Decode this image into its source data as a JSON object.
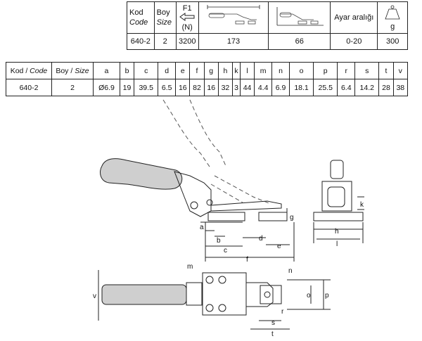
{
  "spec_table": {
    "kod_label": "Kod",
    "code_label": "Code",
    "boy_label": "Boy",
    "size_label": "Size",
    "f1_label": "F1",
    "n_label": "(N)",
    "ayar_label": "Ayar aralığı",
    "g_label": "g",
    "row": {
      "code": "640-2",
      "size": "2",
      "f1": "3200",
      "d1": "173",
      "d2": "66",
      "ayar": "0-20",
      "weight": "300"
    }
  },
  "dim_table": {
    "kod_label": "Kod / ",
    "code_label": "Code",
    "boy_label": "Boy / ",
    "size_label": "Size",
    "headers": [
      "a",
      "b",
      "c",
      "d",
      "e",
      "f",
      "g",
      "h",
      "k",
      "l",
      "m",
      "n",
      "o",
      "p",
      "r",
      "s",
      "t",
      "v"
    ],
    "row": {
      "code": "640-2",
      "size": "2",
      "values": [
        "Ø6.9",
        "19",
        "39.5",
        "6.5",
        "16",
        "82",
        "16",
        "32",
        "3",
        "44",
        "4.4",
        "6.9",
        "18.1",
        "25.5",
        "6.4",
        "14.2",
        "28",
        "38"
      ]
    }
  },
  "drawing_labels": {
    "a": "a",
    "b": "b",
    "c": "c",
    "d": "d",
    "e": "e",
    "f": "f",
    "g": "g",
    "h": "h",
    "k": "k",
    "l": "l",
    "m": "m",
    "n": "n",
    "o": "o",
    "p": "p",
    "r": "r",
    "s": "s",
    "t": "t",
    "v": "v"
  }
}
